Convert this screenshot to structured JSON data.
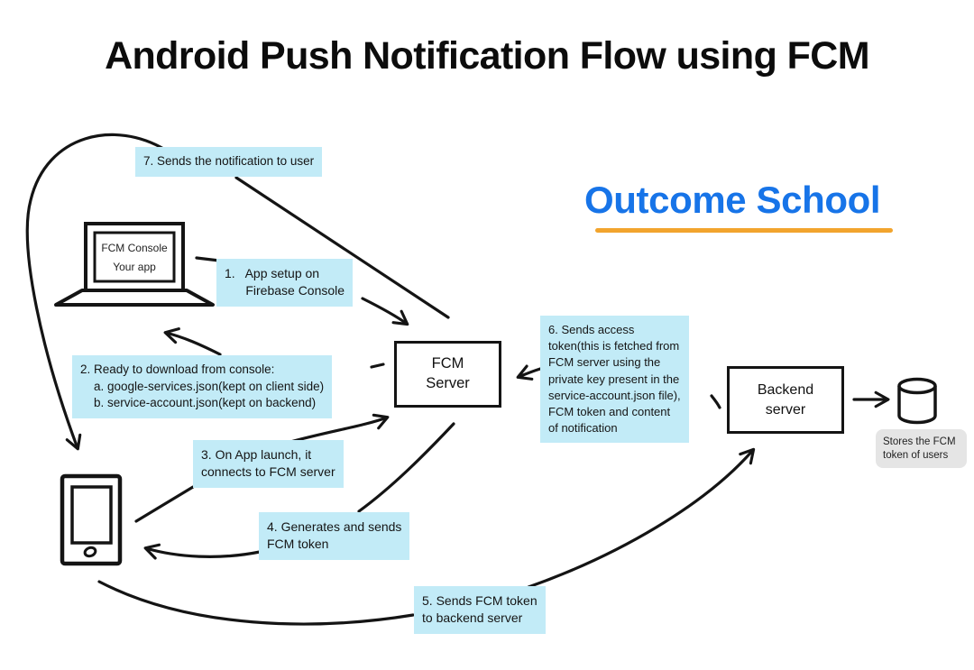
{
  "title": "Android Push Notification Flow using FCM",
  "watermark": {
    "text": "Outcome School",
    "text_color": "#1774e8",
    "underline_color": "#f2a42d"
  },
  "nodes": {
    "laptop_screen": {
      "line1": "FCM Console",
      "line2": "Your app"
    },
    "fcm_server": "FCM\nServer",
    "backend_server": "Backend\nserver",
    "db_note": "Stores the FCM\ntoken of users"
  },
  "steps": {
    "s1": "1.   App setup on\n      Firebase Console",
    "s2": "2. Ready to download from console:\n    a. google-services.json(kept on client side)\n    b. service-account.json(kept on backend)",
    "s3": "3. On App launch, it\nconnects to FCM server",
    "s4": "4. Generates and sends\nFCM token",
    "s5": "5. Sends FCM token\nto backend server",
    "s6": "6. Sends access\ntoken(this is fetched from\nFCM server using the\nprivate key present in the\nservice-account.json file),\nFCM token and content\nof notification",
    "s7": "7. Sends the notification to user"
  },
  "colors": {
    "step_bg": "#c2ebf7",
    "note_bg": "#e5e5e5",
    "line": "#141414"
  }
}
